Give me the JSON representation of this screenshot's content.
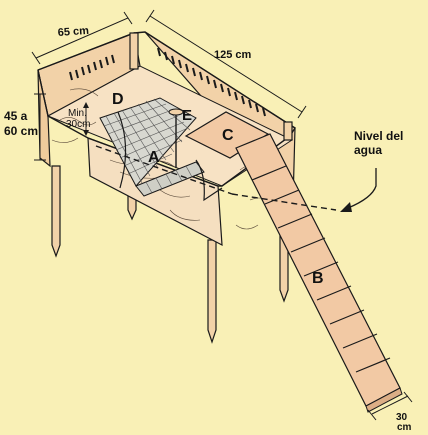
{
  "diagram": {
    "dimensions": {
      "width": "65 cm",
      "length": "125 cm",
      "height_line1": "45 a",
      "height_line2": "60 cm",
      "min_line1": "Min.",
      "min_line2": "30cm",
      "ramp_width_line1": "30",
      "ramp_width_line2": "cm"
    },
    "parts": {
      "a": "A",
      "b": "B",
      "c": "C",
      "d": "D",
      "e": "E"
    },
    "water_level": {
      "line1": "Nivel del",
      "line2": "agua"
    },
    "colors": {
      "background": "#f9f0b6",
      "wood": "#f2d2a8",
      "line": "#1a1a1a"
    }
  }
}
